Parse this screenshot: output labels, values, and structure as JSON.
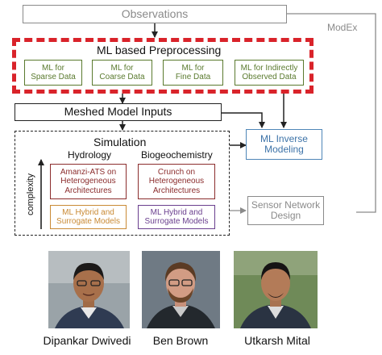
{
  "observations": "Observations",
  "modex": "ModEx",
  "preprocessing": {
    "title": "ML based Preprocessing",
    "items": [
      "ML for\nSparse Data",
      "ML for\nCoarse Data",
      "ML for\nFine Data",
      "ML for Indirectly\nObserved Data"
    ]
  },
  "meshed_inputs": "Meshed Model Inputs",
  "ml_inverse": "ML Inverse\nModeling",
  "simulation": {
    "title": "Simulation",
    "hydrology": "Hydrology",
    "biogeochemistry": "Biogeochemistry",
    "complexity": "complexity",
    "amanzi": "Amanzi-ATS on\nHeterogeneous\nArchitectures",
    "crunch": "Crunch on\nHeterogeneous\nArchitectures",
    "ml_hybrid_hydro": "ML Hybrid and\nSurrogate Models",
    "ml_hybrid_bgc": "ML Hybrid and\nSurrogate Models"
  },
  "sensor_network": "Sensor Network\nDesign",
  "people": [
    {
      "name": "Dipankar Dwivedi"
    },
    {
      "name": "Ben Brown"
    },
    {
      "name": "Utkarsh Mital"
    }
  ],
  "colors": {
    "green": "#5a7a2e",
    "red_dash": "#d9232a",
    "blue": "#4f86b8",
    "gray": "#8a8a8a",
    "dark_red": "#8b2d2d",
    "orange": "#c98a35",
    "purple": "#6a3f8e"
  }
}
